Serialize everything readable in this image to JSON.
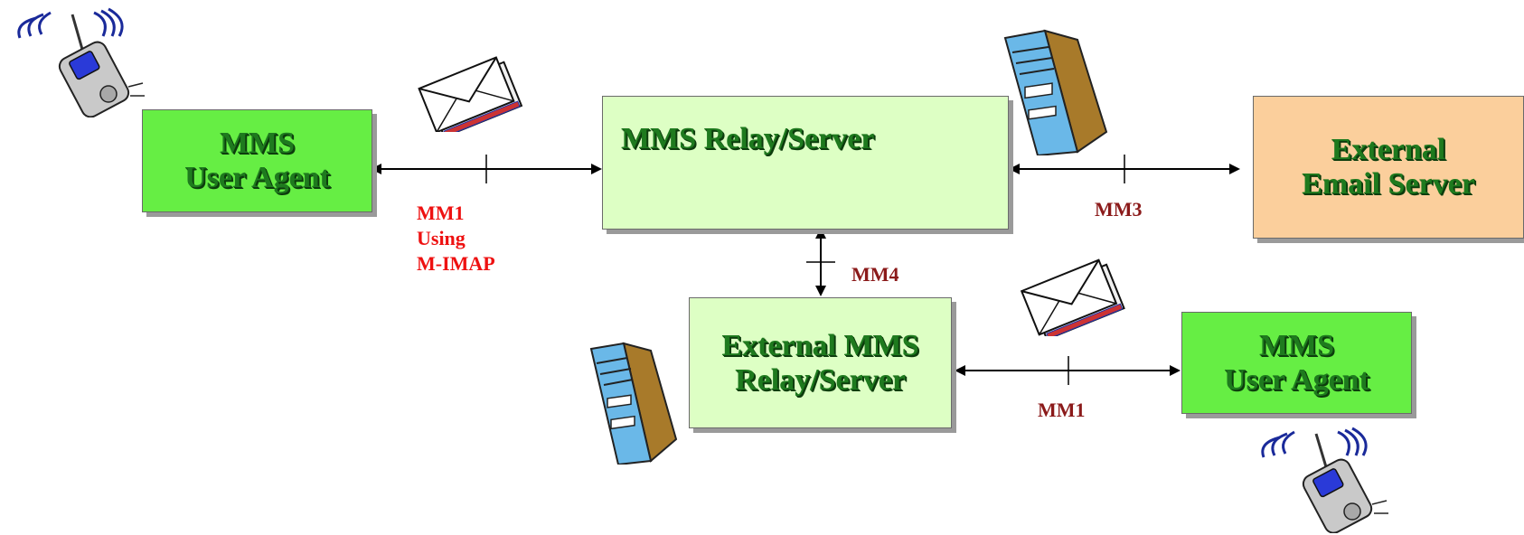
{
  "nodes": {
    "mms_user_agent_left": {
      "line1": "MMS",
      "line2": "User Agent"
    },
    "mms_relay_server": {
      "line1": "MMS Relay/Server"
    },
    "external_email_server": {
      "line1": "External",
      "line2": "Email Server"
    },
    "external_mms_relay_server": {
      "line1": "External MMS",
      "line2": "Relay/Server"
    },
    "mms_user_agent_right": {
      "line1": "MMS",
      "line2": "User Agent"
    }
  },
  "links": {
    "mm1_left": {
      "line1": "MM1",
      "line2": "Using",
      "line3": "M-IMAP"
    },
    "mm3": "MM3",
    "mm4": "MM4",
    "mm1_right": "MM1"
  },
  "colors": {
    "bright_green_box": "#66ee44",
    "pale_green_box": "#ddffc4",
    "orange_box": "#fbcf9c",
    "box_text": "#1e7a1e",
    "mm1_imap_label": "#ee1111",
    "link_label": "#8b1a1a"
  },
  "icons": [
    "mobile-phone-icon",
    "envelope-icon",
    "server-tower-icon"
  ]
}
